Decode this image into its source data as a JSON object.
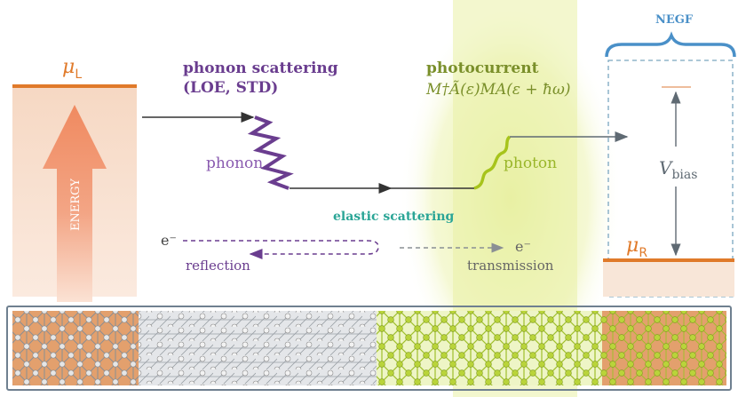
{
  "labels": {
    "mu_left": "μ",
    "mu_left_sub": "L",
    "mu_right": "μ",
    "mu_right_sub": "R",
    "energy": "ENERGY",
    "phonon_scattering_title": "phonon scattering",
    "phonon_scattering_methods": "(LOE, STD)",
    "phonon": "phonon",
    "photocurrent_title": "photocurrent",
    "photocurrent_formula": "M†Ã(ε)MA(ε + ħω)",
    "photon": "photon",
    "elastic_scattering": "elastic scattering",
    "electron_left": "e⁻",
    "electron_right": "e⁻",
    "reflection": "reflection",
    "transmission": "transmission",
    "negf": "NEGF",
    "v_bias": "V",
    "v_bias_sub": "bias"
  },
  "colors": {
    "orange": "#e07a2a",
    "purple": "#6a3d8f",
    "olive": "#7a8f2a",
    "lime": "#b9d43a",
    "teal": "#2aa596",
    "slate": "#5f6a73",
    "blue": "#4a90c8",
    "negf_box": "#7aa6bf",
    "device_border": "#6f8090"
  },
  "icons": {
    "energy_arrow": "up-arrow-icon",
    "phonon_wave": "zigzag-icon",
    "photon_wave": "wavy-icon",
    "negf_brace": "curly-brace-icon"
  }
}
